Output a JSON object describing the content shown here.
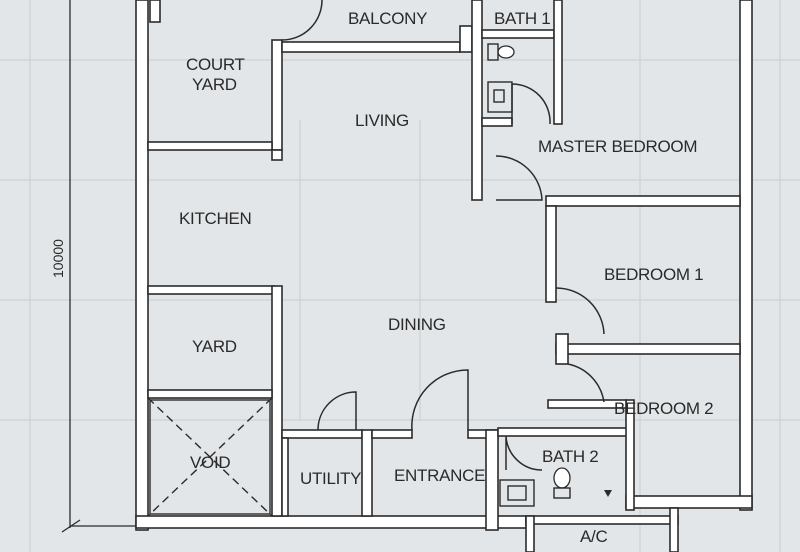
{
  "dimension": {
    "label": "10000"
  },
  "rooms": {
    "balcony": "BALCONY",
    "bath1": "BATH 1",
    "court_yard_line1": "COURT",
    "court_yard_line2": "YARD",
    "living": "LIVING",
    "master_bedroom": "MASTER BEDROOM",
    "kitchen": "KITCHEN",
    "bedroom1": "BEDROOM 1",
    "yard": "YARD",
    "dining": "DINING",
    "bedroom2": "BEDROOM 2",
    "void": "VOID",
    "utility": "UTILITY",
    "entrance": "ENTRANCE",
    "bath2": "BATH 2",
    "ac": "A/C"
  },
  "colors": {
    "paper": "#e6e8ea",
    "ink": "#2b2b2b"
  }
}
